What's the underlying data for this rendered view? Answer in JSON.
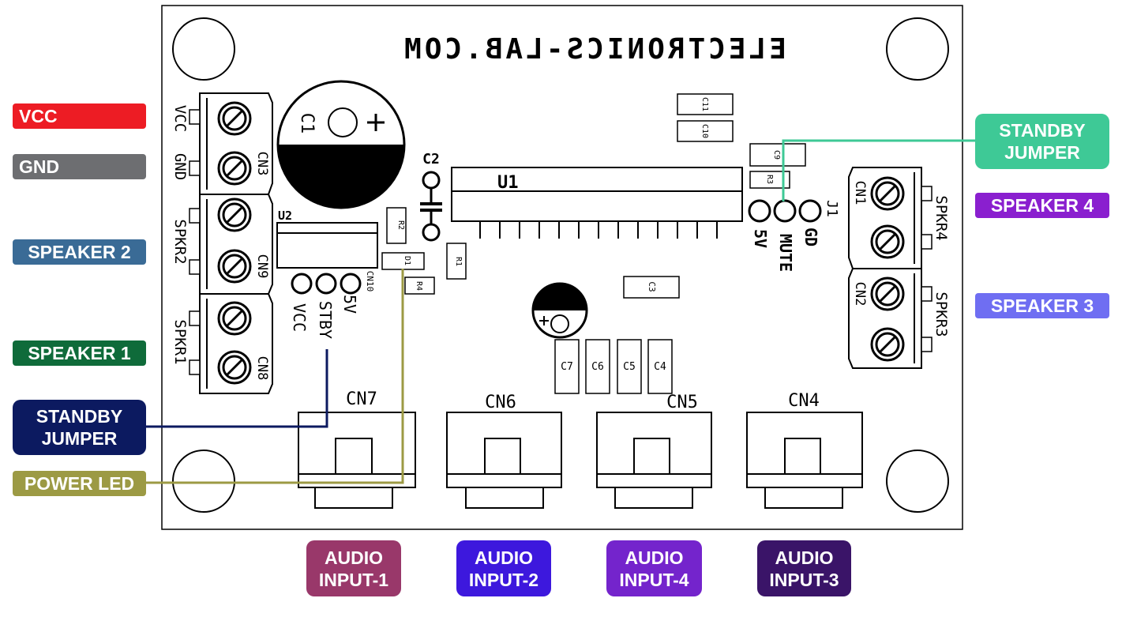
{
  "board": {
    "logo": "ELECTRONICS-LAB.COM",
    "components": {
      "c1": "C1",
      "c2": "C2",
      "u1": "U1",
      "u2": "U2",
      "r1": "R1",
      "r2": "R2",
      "r3": "R3",
      "r4": "R4",
      "d1": "D1",
      "c3": "C3",
      "c4": "C4",
      "c5": "C5",
      "c6": "C6",
      "c7": "C7",
      "c9": "C9",
      "c10": "C10",
      "c11": "C11",
      "cn10": "CN10",
      "j1": "J1"
    },
    "left_terminals": {
      "cn3": "CN3",
      "cn9": "CN9",
      "cn8": "CN8",
      "vcc": "VCC",
      "gnd": "GND",
      "spkr2": "SPKR2",
      "spkr1": "SPKR1"
    },
    "right_terminals": {
      "cn1": "CN1",
      "cn2": "CN2",
      "spkr4": "SPKR4",
      "spkr3": "SPKR3"
    },
    "u2_pins": {
      "vcc": "VCC",
      "stby": "STBY",
      "five_v": "5V"
    },
    "j1_pins": {
      "five_v": "5V",
      "mute": "MUTE",
      "gd": "GD"
    },
    "audio_connectors": {
      "cn7": "CN7",
      "cn6": "CN6",
      "cn5": "CN5",
      "cn4": "CN4"
    }
  },
  "callouts": {
    "vcc": {
      "text": "VCC",
      "color": "#ed1c24"
    },
    "gnd": {
      "text": "GND",
      "color": "#6d6e71"
    },
    "speaker2": {
      "text": "SPEAKER 2",
      "color": "#3a6b96"
    },
    "speaker1": {
      "text": "SPEAKER 1",
      "color": "#0f6b3a"
    },
    "standby_left": {
      "line1": "STANDBY",
      "line2": "JUMPER",
      "color": "#0c1a60"
    },
    "power_led": {
      "text": "POWER LED",
      "color": "#9c9a44"
    },
    "standby_right": {
      "line1": "STANDBY",
      "line2": "JUMPER",
      "color": "#3ec996"
    },
    "speaker4": {
      "text": "SPEAKER 4",
      "color": "#8a1fcf"
    },
    "speaker3": {
      "text": "SPEAKER 3",
      "color": "#6f6ef2"
    },
    "audio1": {
      "line1": "AUDIO",
      "line2": "INPUT-1",
      "color": "#99386a"
    },
    "audio2": {
      "line1": "AUDIO",
      "line2": "INPUT-2",
      "color": "#3d18dd"
    },
    "audio4": {
      "line1": "AUDIO",
      "line2": "INPUT-4",
      "color": "#7424cc"
    },
    "audio3": {
      "line1": "AUDIO",
      "line2": "INPUT-3",
      "color": "#3a1468"
    }
  }
}
